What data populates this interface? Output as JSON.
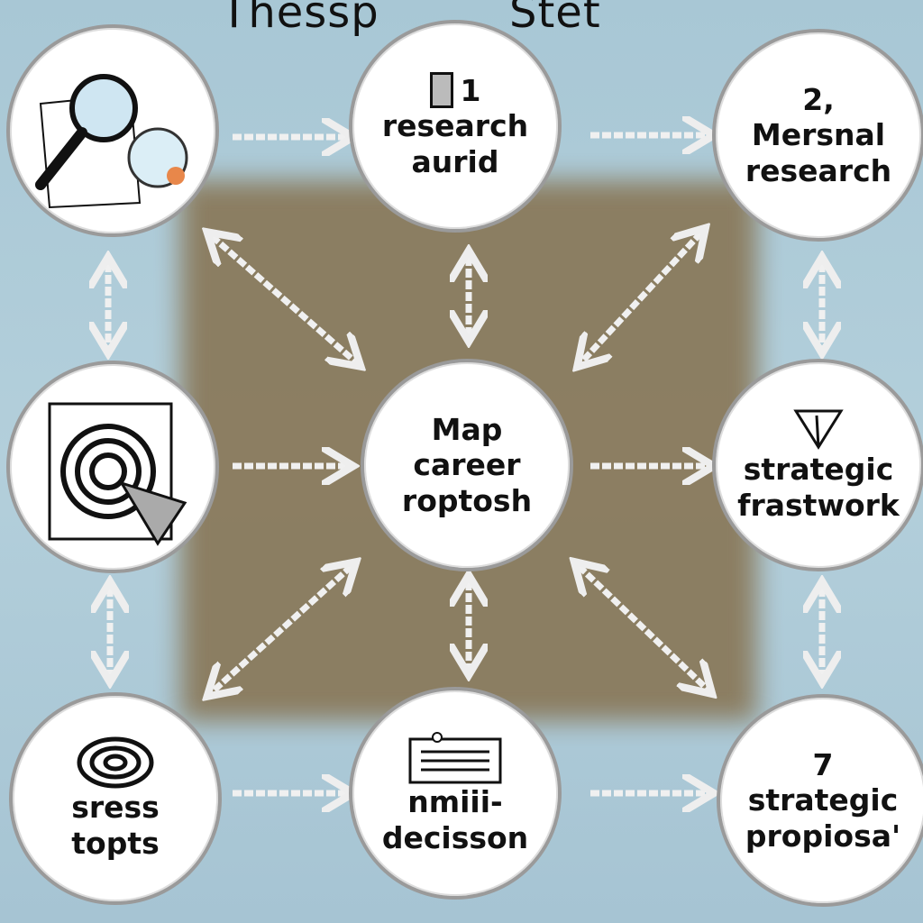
{
  "title": {
    "left": "Thessp",
    "right": "Stet"
  },
  "nodes": [
    {
      "id": "top-left",
      "icon": "magnifier-icon",
      "lines": []
    },
    {
      "id": "top-center",
      "icon": "flag-icon",
      "lines": [
        "1",
        "research",
        "aurid"
      ]
    },
    {
      "id": "top-right",
      "lines": [
        "2,",
        "Mersnal",
        "research"
      ]
    },
    {
      "id": "mid-left",
      "icon": "target-icon",
      "lines": []
    },
    {
      "id": "center",
      "lines": [
        "Map",
        "career",
        "roptosh"
      ]
    },
    {
      "id": "mid-right",
      "icon": "triangle-icon",
      "lines": [
        "strategic",
        "frastwork"
      ]
    },
    {
      "id": "bottom-left",
      "icon": "spiral-icon",
      "lines": [
        "sress",
        "topts"
      ]
    },
    {
      "id": "bottom-center",
      "icon": "note-icon",
      "lines": [
        "nmiii-",
        "decisson"
      ]
    },
    {
      "id": "bottom-right",
      "lines": [
        "7",
        "strategic",
        "propiosa'"
      ]
    }
  ],
  "colors": {
    "background": "#a8c7d5",
    "center_panel": "#8a7a5c",
    "node_fill": "#ffffff",
    "arrow": "#f2f2f2"
  }
}
